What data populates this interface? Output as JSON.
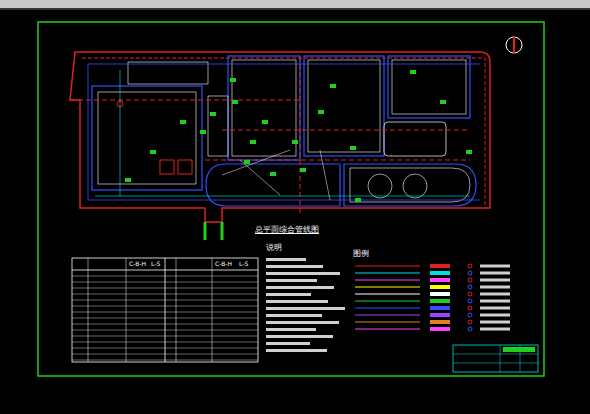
{
  "diagram": {
    "title": "总平面综合管线图",
    "labels": [
      "说明",
      "图例",
      "C-B-H",
      "L-S",
      "C-B-H",
      "L-S"
    ]
  }
}
